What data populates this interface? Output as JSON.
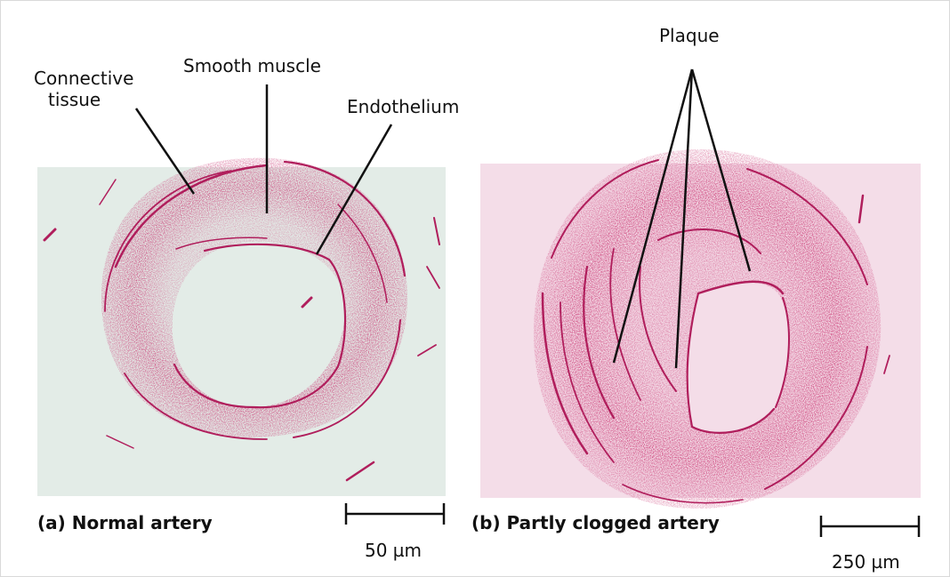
{
  "colors": {
    "normal_background": "#e3ece7",
    "clogged_background": "#f4dde8",
    "tissue_stain": "#c8306e",
    "tissue_stain_dark": "#b01e5c",
    "leader_line": "#111111"
  },
  "panel_a": {
    "caption": "(a) Normal artery",
    "scale_bar": "50 µm",
    "labels": {
      "connective_tissue_line1": "Connective",
      "connective_tissue_line2": "tissue",
      "smooth_muscle": "Smooth muscle",
      "endothelium": "Endothelium"
    }
  },
  "panel_b": {
    "caption": "(b) Partly clogged artery",
    "scale_bar": "250 µm",
    "labels": {
      "plaque": "Plaque"
    }
  }
}
